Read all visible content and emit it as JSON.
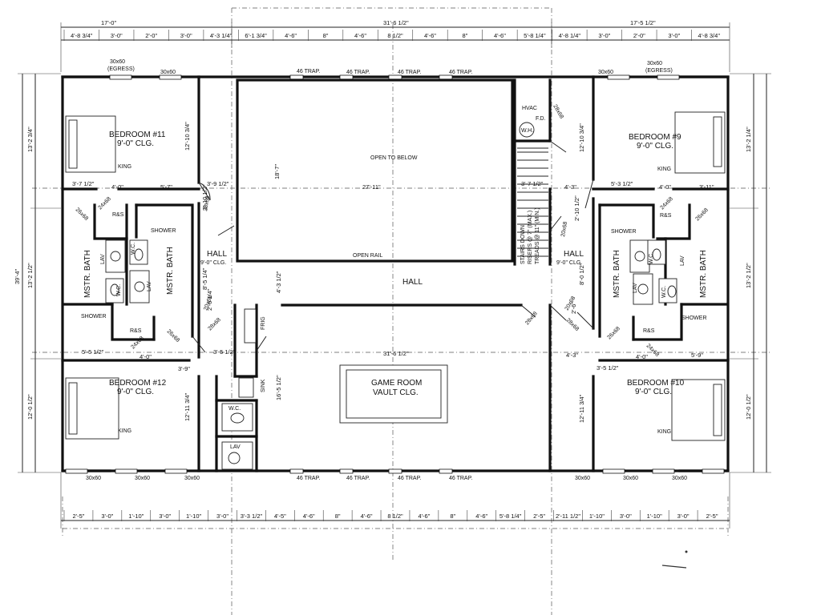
{
  "rooms": {
    "bedroom11": {
      "name": "BEDROOM #11",
      "ceiling": "9'-0\" CLG.",
      "bed": "KING"
    },
    "bedroom9": {
      "name": "BEDROOM #9",
      "ceiling": "9'-0\" CLG.",
      "bed": "KING"
    },
    "bedroom12": {
      "name": "BEDROOM #12",
      "ceiling": "9'-0\" CLG.",
      "bed": "KING"
    },
    "bedroom10": {
      "name": "BEDROOM #10",
      "ceiling": "9'-0\" CLG.",
      "bed": "KING"
    },
    "open_to_below": "OPEN TO BELOW",
    "open_rail": "OPEN RAIL",
    "hall_center": "HALL",
    "hall_left": {
      "name": "HALL",
      "ceiling": "9'-0\" CLG."
    },
    "hall_right": {
      "name": "HALL",
      "ceiling": "9'-0\" CLG."
    },
    "game_room": {
      "name": "GAME ROOM",
      "ceiling": "VAULT CLG."
    },
    "mstr_bath": "MSTR. BATH",
    "shower": "SHOWER",
    "rs": "R&S",
    "lav": "LAV",
    "wc": "W.C.",
    "hvac": "HVAC",
    "wh": "W.H.",
    "fd": "F.D.",
    "frig": "FRIG",
    "sink": "SINK",
    "stair_note": [
      "STAIRS DOWN",
      "RISERS @ 7\" (MAX.)",
      "TREADS @ 11\" (MIN.)"
    ]
  },
  "windows": {
    "egress": "30x60",
    "egress_note": "(EGRESS)",
    "w3060": "30x60",
    "trap": "46 TRAP."
  },
  "doors": {
    "d2868": "28x68",
    "d2468": "24x68",
    "d2668": "26x68",
    "d2068": "20x68"
  },
  "dims": {
    "top_overall": [
      "17'-0\"",
      "31'-6 1/2\"",
      "17'-5 1/2\""
    ],
    "top_parts": [
      "4'-8 3/4\"",
      "3'-0\"",
      "2'-0\"",
      "3'-0\"",
      "4'-3 1/4\"",
      "6'-1 3/4\"",
      "4'-6\"",
      "8\"",
      "4'-6\"",
      "8 1/2\"",
      "4'-6\"",
      "8\"",
      "4'-6\"",
      "5'-8 1/4\"",
      "4'-8 1/4\"",
      "3'-0\"",
      "2'-0\"",
      "3'-0\"",
      "4'-8 3/4\""
    ],
    "bottom_parts": [
      "2'-5\"",
      "3'-0\"",
      "1'-10\"",
      "3'-0\"",
      "1'-10\"",
      "3'-0\"",
      "3'-3 1/2\"",
      "4'-5\"",
      "4'-6\"",
      "8\"",
      "4'-6\"",
      "8 1/2\"",
      "4'-6\"",
      "8\"",
      "4'-6\"",
      "5'-8 1/4\"",
      "2'-5\"",
      "2'-11 1/2\"",
      "1'-10\"",
      "3'-0\"",
      "1'-10\"",
      "3'-0\"",
      "2'-5\""
    ],
    "left_overall": "39'-4\"",
    "left_parts": [
      "13'-2 3/4\"",
      "13'-2 1/2\"",
      "12'-0 1/2\""
    ],
    "right_parts": [
      "13'-2 1/4\"",
      "13'-2 1/2\"",
      "12'-0 1/2\""
    ],
    "inner": {
      "bed11_h": "12'-10 3/4\"",
      "bed9_h": "12'-10 3/4\"",
      "bed12_h": "12'-11 3/4\"",
      "bed10_h": "12'-11 3/4\"",
      "open_h": "18'-7\"",
      "open_w": "27'-11\"",
      "game_w": "31'-6 1/2\"",
      "game_h": "16'-5 1/2\"",
      "left_a": "3'-7 1/2\"",
      "left_b": "4'-0\"",
      "left_c": "5'-7\"",
      "left_d": "3'-9 1/2\"",
      "left_e": "2'-10 1/2\"",
      "left_f": "8'-5 1/4\"",
      "left_g": "2'-6 1/4\"",
      "left_h": "5'-5 1/2\"",
      "left_i": "4'-0\"",
      "left_j": "3'-9\"",
      "left_k": "3'-5 1/2\"",
      "hall_w": "4'-3 1/2\"",
      "stair_w": "3'-7 1/2\"",
      "right_a": "4'-3\"",
      "right_b": "5'-3 1/2\"",
      "right_c": "4'-0\"",
      "right_d": "3'-11\"",
      "right_e": "2'-10 1/2\"",
      "right_f": "8'-0 1/2\"",
      "right_g": "2'-6\"",
      "right_h": "4'-3\"",
      "right_i": "4'-0\"",
      "right_j": "5'-9\"",
      "right_k": "3'-5 1/2\""
    }
  }
}
